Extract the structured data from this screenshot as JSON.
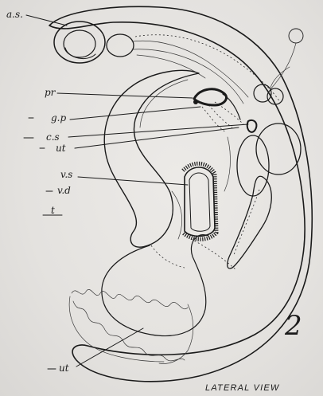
{
  "labels": {
    "as": "a.s.",
    "pr": "pr",
    "gp": "g.p",
    "cs": "c.s",
    "ut_upper": "ut",
    "vs": "v.s",
    "vd": "v.d",
    "t": "t",
    "ut_lower": "ut"
  },
  "figure_number": "2",
  "caption": "LATERAL VIEW"
}
